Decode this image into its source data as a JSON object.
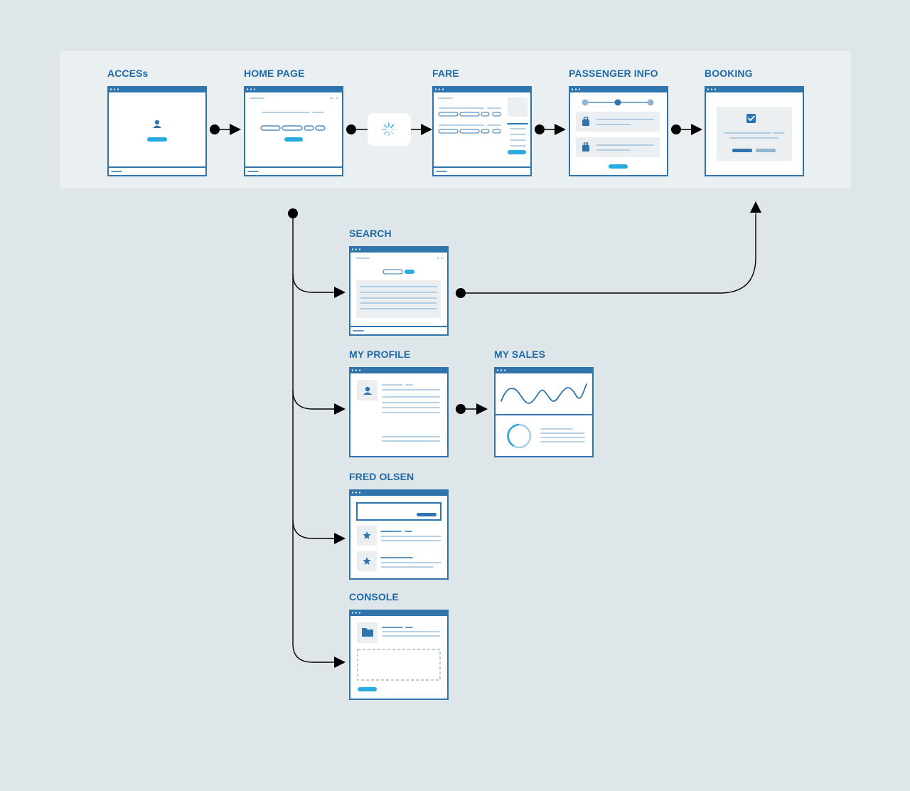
{
  "colors": {
    "background": "#dfe6ea",
    "band": "#eaeff2",
    "frame": "#2f74ad",
    "label": "#1f6aa8",
    "line_light": "#9ec2dd",
    "accent": "#29abe2",
    "panel": "#eceff1",
    "connector": "#000000"
  },
  "screens": {
    "access": {
      "label": "ACCESs"
    },
    "home": {
      "label": "HOME PAGE"
    },
    "fare": {
      "label": "FARE"
    },
    "passenger": {
      "label": "PASSENGER INFO"
    },
    "booking": {
      "label": "BOOKING"
    },
    "search": {
      "label": "SEARCH"
    },
    "profile": {
      "label": "MY PROFILE"
    },
    "sales": {
      "label": "MY SALES"
    },
    "fred": {
      "label": "FRED OLSEN"
    },
    "console": {
      "label": "CONSOLE"
    }
  },
  "loader": {
    "icon": "spinner-icon"
  },
  "icons": {
    "user": "user-icon",
    "check": "checkbox-checked-icon",
    "bag": "luggage-icon",
    "star": "star-icon",
    "folder": "folder-icon",
    "wave": "line-chart-icon",
    "donut": "donut-chart-icon"
  }
}
